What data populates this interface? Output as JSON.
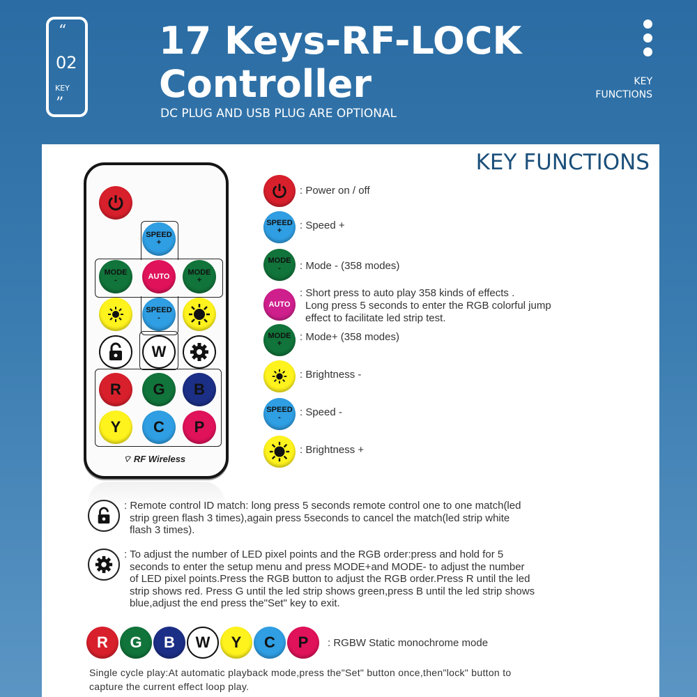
{
  "header": {
    "badge_open_quote": "“",
    "badge_number": "02",
    "badge_label": "KEY",
    "badge_close_quote": "”",
    "title_line1": "17 Keys-RF-LOCK",
    "title_line2": "Controller",
    "subtitle": "DC PLUG AND USB PLUG  ARE OPTIONAL",
    "menu_line1": "KEY",
    "menu_line2": "FUNCTIONS"
  },
  "panel": {
    "title": "KEY FUNCTIONS"
  },
  "remote": {
    "speed_plus": [
      "SPEED",
      "+"
    ],
    "mode_minus": [
      "MODE",
      "-"
    ],
    "auto": "AUTO",
    "mode_plus": [
      "MODE",
      "+"
    ],
    "speed_minus": [
      "SPEED",
      "-"
    ],
    "w": "W",
    "r": "R",
    "g": "G",
    "b": "B",
    "y": "Y",
    "c": "C",
    "p": "P",
    "rf_label": "RF Wireless"
  },
  "functions": [
    {
      "text": ": Power on / off"
    },
    {
      "text": ": Speed +"
    },
    {
      "text": ": Mode - (358 modes)"
    },
    {
      "line1": ": Short press to auto play 358 kinds of effects .",
      "line2": "Long press 5 seconds to enter the RGB colorful jump",
      "line3": "effect to facilitate led strip test."
    },
    {
      "text": ": Mode+ (358 modes)"
    },
    {
      "text": ": Brightness -"
    },
    {
      "text": ": Speed -"
    },
    {
      "text": ": Brightness +"
    }
  ],
  "notes": {
    "lock_line1": ": Remote control ID match: long press 5 seconds remote control one to one match(led",
    "lock_line2": "strip green flash 3 times),again press 5seconds to cancel the match(led strip white",
    "lock_line3": "flash 3 times).",
    "gear_line1": ": To adjust the number of LED pixel points and the RGB order:press and hold for 5",
    "gear_line2": "seconds to enter the setup menu and press MODE+and MODE- to adjust the number",
    "gear_line3": "of LED pixel points.Press the RGB button to adjust the RGB order.Press R until the led",
    "gear_line4": "strip shows red. Press G until the led strip shows green,press B until the led strip shows",
    "gear_line5": "blue,adjust the end press the\"Set\" key to exit."
  },
  "strip": {
    "keys": [
      "R",
      "G",
      "B",
      "W",
      "Y",
      "C",
      "P"
    ],
    "label": ": RGBW Static monochrome mode"
  },
  "footer": {
    "line1": "Single cycle play:At automatic playback mode,press the\"Set\" button once,then\"lock\" button to",
    "line2": "capture the current effect loop play."
  },
  "colors": {
    "red": "#d8202c",
    "blue_light": "#2f9ee3",
    "green": "#11743a",
    "magenta": "#e21a6a",
    "yellow": "#fff31e",
    "navy": "#1c2f86",
    "pink": "#e0125a"
  }
}
